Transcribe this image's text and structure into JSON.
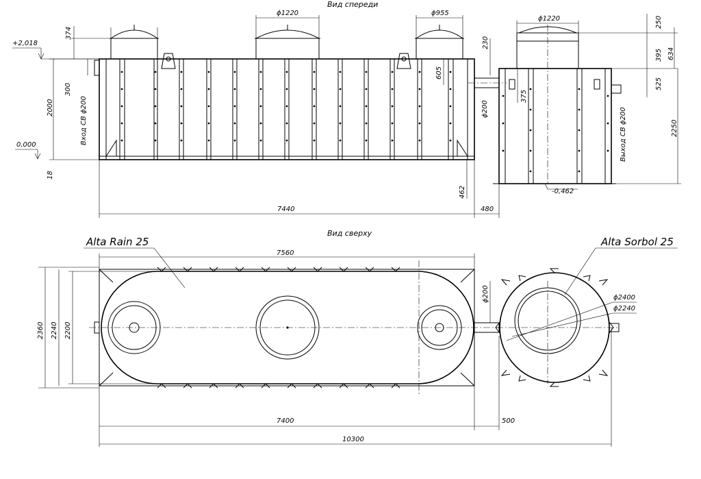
{
  "views": {
    "front": "Вид спереди",
    "top": "Вид сверху"
  },
  "products": {
    "rain": "Alta Rain 25",
    "sorbol": "Alta Sorbol 25"
  },
  "ports": {
    "inlet": "Вход СВ ϕ200",
    "outlet": "Выход СВ ϕ200"
  },
  "levels": {
    "top": "+2,018",
    "zero": "0,000",
    "bottom_sorbol": "-0,462"
  },
  "front_dims": {
    "d1220_a": "ϕ1220",
    "d955": "ϕ955",
    "d1220_b": "ϕ1220",
    "h374": "374",
    "h300": "300",
    "h2000": "2000",
    "h18": "18",
    "h230": "230",
    "h605": "605",
    "d200": "ϕ200",
    "h375": "375",
    "h462": "462",
    "h250": "250",
    "h395": "395",
    "h634": "634",
    "h525": "525",
    "h2250": "2250",
    "w7440": "7440",
    "w480": "480"
  },
  "top_dims": {
    "w7560": "7560",
    "h2360": "2360",
    "h2240": "2240",
    "h2200": "2200",
    "d200": "ϕ200",
    "d2400": "ϕ2400",
    "d2240": "ϕ2240",
    "w7400": "7400",
    "w500": "500",
    "w10300": "10300"
  }
}
